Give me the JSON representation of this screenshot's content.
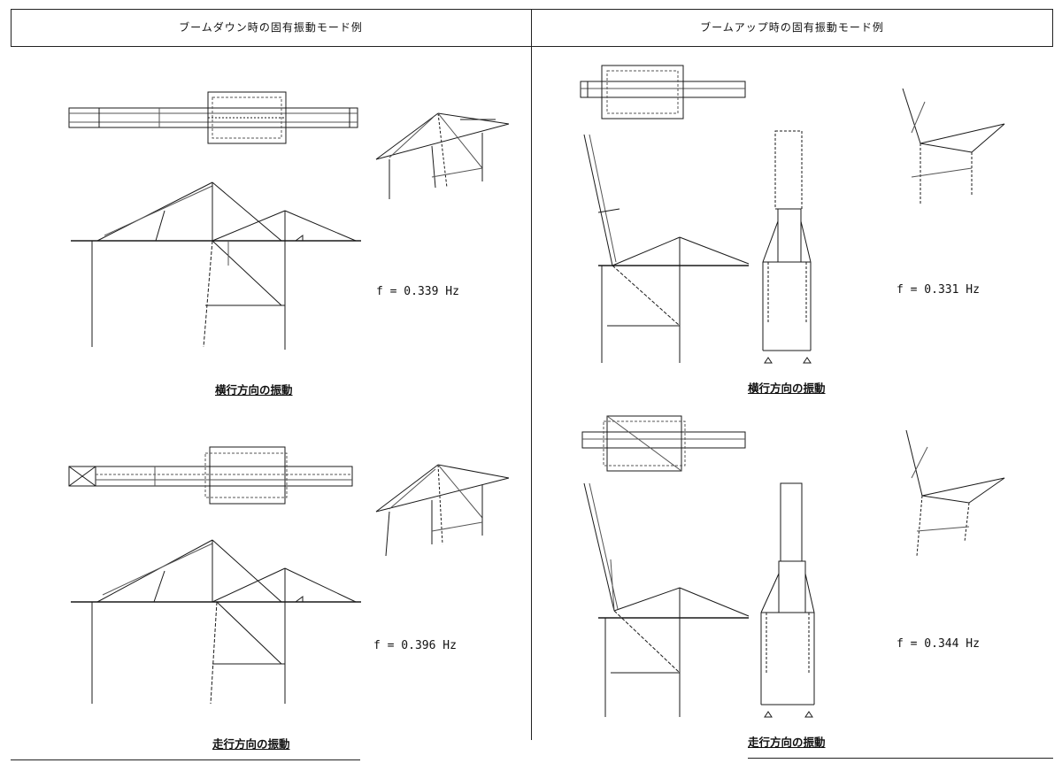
{
  "panels": {
    "left": {
      "title": "ブームダウン時の固有振動モード例",
      "modes": [
        {
          "frequency": "f = 0.339 Hz",
          "caption": "横行方向の振動"
        },
        {
          "frequency": "f = 0.396 Hz",
          "caption": "走行方向の振動"
        }
      ]
    },
    "right": {
      "title": "ブームアップ時の固有振動モード例",
      "modes": [
        {
          "frequency": "f = 0.331 Hz",
          "caption": "横行方向の振動"
        },
        {
          "frequency": "f = 0.344 Hz",
          "caption": "走行方向の振動"
        }
      ]
    }
  },
  "colors": {
    "ink": "#1a1a1a",
    "faint": "#555555"
  }
}
